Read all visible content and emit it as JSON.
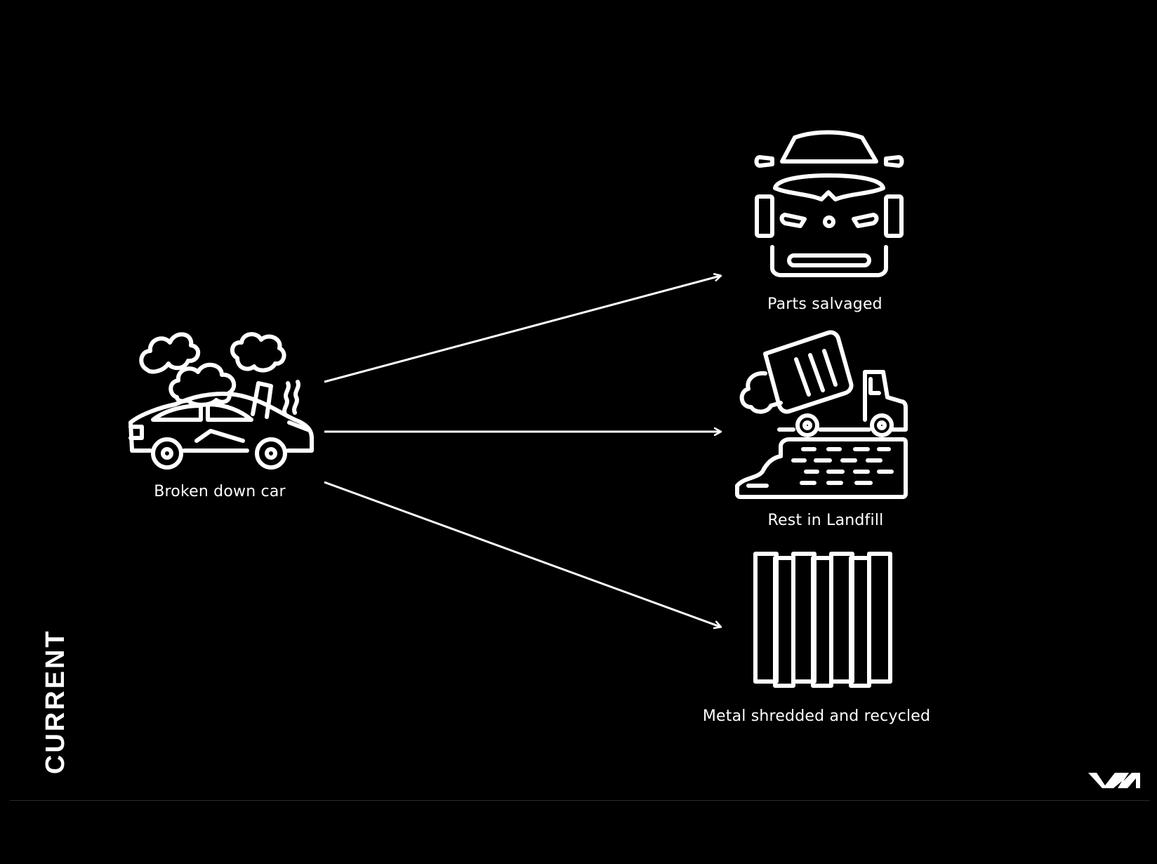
{
  "slide": {
    "section_label": "CURRENT",
    "source_node": {
      "label": "Broken down car",
      "icon": "broken-car-smoke-icon"
    },
    "outcomes": [
      {
        "label": "Parts salvaged",
        "icon": "car-front-parts-icon"
      },
      {
        "label": "Rest in Landfill",
        "icon": "dump-truck-landfill-icon"
      },
      {
        "label": "Metal shredded and recycled",
        "icon": "metal-sheets-icon"
      }
    ],
    "logo": {
      "icon": "brand-logo-icon"
    },
    "colors": {
      "background": "#000000",
      "foreground": "#ffffff"
    }
  }
}
